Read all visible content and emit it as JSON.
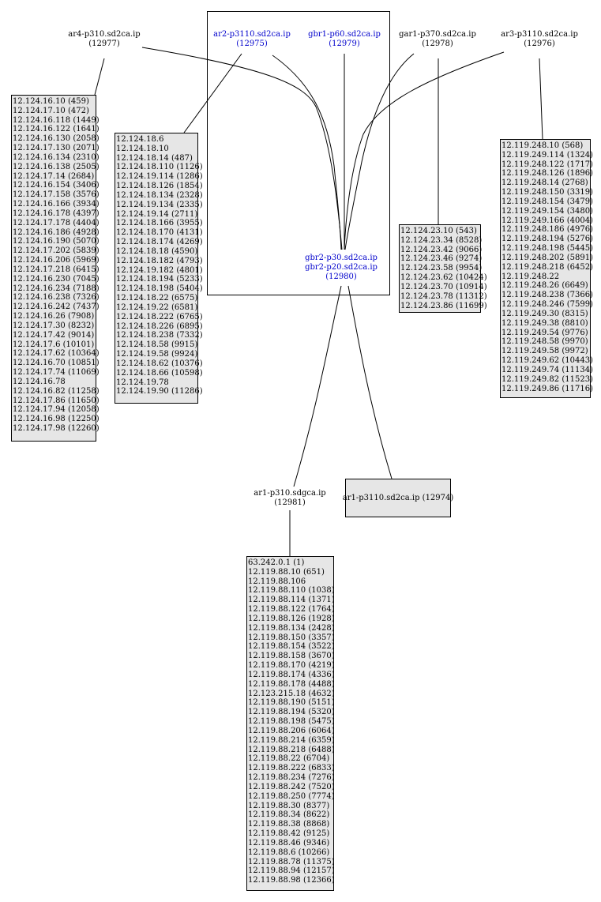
{
  "nodes": {
    "ar4": {
      "name": "ar4-p310.sd2ca.ip",
      "id": "(12977)"
    },
    "ar2": {
      "name": "ar2-p3110.sd2ca.ip",
      "id": "(12975)"
    },
    "gbr1": {
      "name": "gbr1-p60.sd2ca.ip",
      "id": "(12979)"
    },
    "gar1": {
      "name": "gar1-p370.sd2ca.ip",
      "id": "(12978)"
    },
    "ar3": {
      "name": "ar3-p3110.sd2ca.ip",
      "id": "(12976)"
    },
    "gbr2": {
      "name1": "gbr2-p30.sd2ca.ip",
      "name2": "gbr2-p20.sd2ca.ip",
      "id": "(12980)"
    },
    "ar1sdg": {
      "name": "ar1-p310.sdgca.ip",
      "id": "(12981)"
    },
    "ar1sd2": {
      "label": "ar1-p3110.sd2ca.ip (12974)"
    }
  },
  "lists": {
    "ar4": [
      "12.124.16.10 (459)",
      "12.124.17.10 (472)",
      "12.124.16.118 (1449)",
      "12.124.16.122 (1641)",
      "12.124.16.130 (2058)",
      "12.124.17.130 (2071)",
      "12.124.16.134 (2310)",
      "12.124.16.138 (2505)",
      "12.124.17.14 (2684)",
      "12.124.16.154 (3406)",
      "12.124.17.158 (3576)",
      "12.124.16.166 (3934)",
      "12.124.16.178 (4397)",
      "12.124.17.178 (4404)",
      "12.124.16.186 (4928)",
      "12.124.16.190 (5070)",
      "12.124.17.202 (5839)",
      "12.124.16.206 (5969)",
      "12.124.17.218 (6415)",
      "12.124.16.230 (7045)",
      "12.124.16.234 (7188)",
      "12.124.16.238 (7326)",
      "12.124.16.242 (7437)",
      "12.124.16.26 (7908)",
      "12.124.17.30 (8232)",
      "12.124.17.42 (9014)",
      "12.124.17.6 (10101)",
      "12.124.17.62 (10364)",
      "12.124.16.70 (10851)",
      "12.124.17.74 (11069)",
      "12.124.16.78",
      "12.124.16.82 (11258)",
      "12.124.17.86 (11650)",
      "12.124.17.94 (12058)",
      "12.124.16.98 (12250)",
      "12.124.17.98 (12260)"
    ],
    "ar2": [
      "12.124.18.6",
      "12.124.18.10",
      "12.124.18.14 (487)",
      "12.124.18.110 (1126)",
      "12.124.19.114 (1286)",
      "12.124.18.126 (1854)",
      "12.124.18.134 (2328)",
      "12.124.19.134 (2335)",
      "12.124.19.14 (2711)",
      "12.124.18.166 (3955)",
      "12.124.18.170 (4131)",
      "12.124.18.174 (4269)",
      "12.124.18.18 (4590)",
      "12.124.18.182 (4793)",
      "12.124.19.182 (4801)",
      "12.124.18.194 (5233)",
      "12.124.18.198 (5404)",
      "12.124.18.22 (6575)",
      "12.124.19.22 (6581)",
      "12.124.18.222 (6765)",
      "12.124.18.226 (6895)",
      "12.124.18.238 (7332)",
      "12.124.18.58 (9915)",
      "12.124.19.58 (9924)",
      "12.124.18.62 (10376)",
      "12.124.18.66 (10598)",
      "12.124.19.78",
      "12.124.19.90 (11286)"
    ],
    "gar1": [
      "12.124.23.10 (543)",
      "12.124.23.34 (8528)",
      "12.124.23.42 (9066)",
      "12.124.23.46 (9274)",
      "12.124.23.58 (9954)",
      "12.124.23.62 (10424)",
      "12.124.23.70 (10914)",
      "12.124.23.78 (11312)",
      "12.124.23.86 (11699)"
    ],
    "ar3": [
      "12.119.248.10 (568)",
      "12.119.249.114 (1324)",
      "12.119.248.122 (1717)",
      "12.119.248.126 (1896)",
      "12.119.248.14 (2768)",
      "12.119.248.150 (3319)",
      "12.119.248.154 (3479)",
      "12.119.249.154 (3480)",
      "12.119.249.166 (4004)",
      "12.119.248.186 (4976)",
      "12.119.248.194 (5276)",
      "12.119.248.198 (5445)",
      "12.119.248.202 (5891)",
      "12.119.248.218 (6452)",
      "12.119.248.22",
      "12.119.248.26 (6649)",
      "12.119.248.238 (7366)",
      "12.119.248.246 (7599)",
      "12.119.249.30 (8315)",
      "12.119.249.38 (8810)",
      "12.119.249.54 (9776)",
      "12.119.248.58 (9970)",
      "12.119.249.58 (9972)",
      "12.119.249.62 (10443)",
      "12.119.249.74 (11134)",
      "12.119.249.82 (11523)",
      "12.119.249.86 (11716)"
    ],
    "ar1sdg": [
      "63.242.0.1 (1)",
      "12.119.88.10 (651)",
      "12.119.88.106",
      "12.119.88.110 (1038)",
      "12.119.88.114 (1371)",
      "12.119.88.122 (1764)",
      "12.119.88.126 (1928)",
      "12.119.88.134 (2428)",
      "12.119.88.150 (3357)",
      "12.119.88.154 (3522)",
      "12.119.88.158 (3670)",
      "12.119.88.170 (4219)",
      "12.119.88.174 (4336)",
      "12.119.88.178 (4488)",
      "12.123.215.18 (4632)",
      "12.119.88.190 (5151)",
      "12.119.88.194 (5320)",
      "12.119.88.198 (5475)",
      "12.119.88.206 (6064)",
      "12.119.88.214 (6359)",
      "12.119.88.218 (6488)",
      "12.119.88.22 (6704)",
      "12.119.88.222 (6833)",
      "12.119.88.234 (7276)",
      "12.119.88.242 (7520)",
      "12.119.88.250 (7774)",
      "12.119.88.30 (8377)",
      "12.119.88.34 (8622)",
      "12.119.88.38 (8868)",
      "12.119.88.42 (9125)",
      "12.119.88.46 (9346)",
      "12.119.88.6 (10266)",
      "12.119.88.78 (11375)",
      "12.119.88.94 (12157)",
      "12.119.88.98 (12366)"
    ]
  },
  "colors": {
    "link": "#0000cc",
    "box_fill": "#e6e6e6",
    "line": "#000000"
  }
}
